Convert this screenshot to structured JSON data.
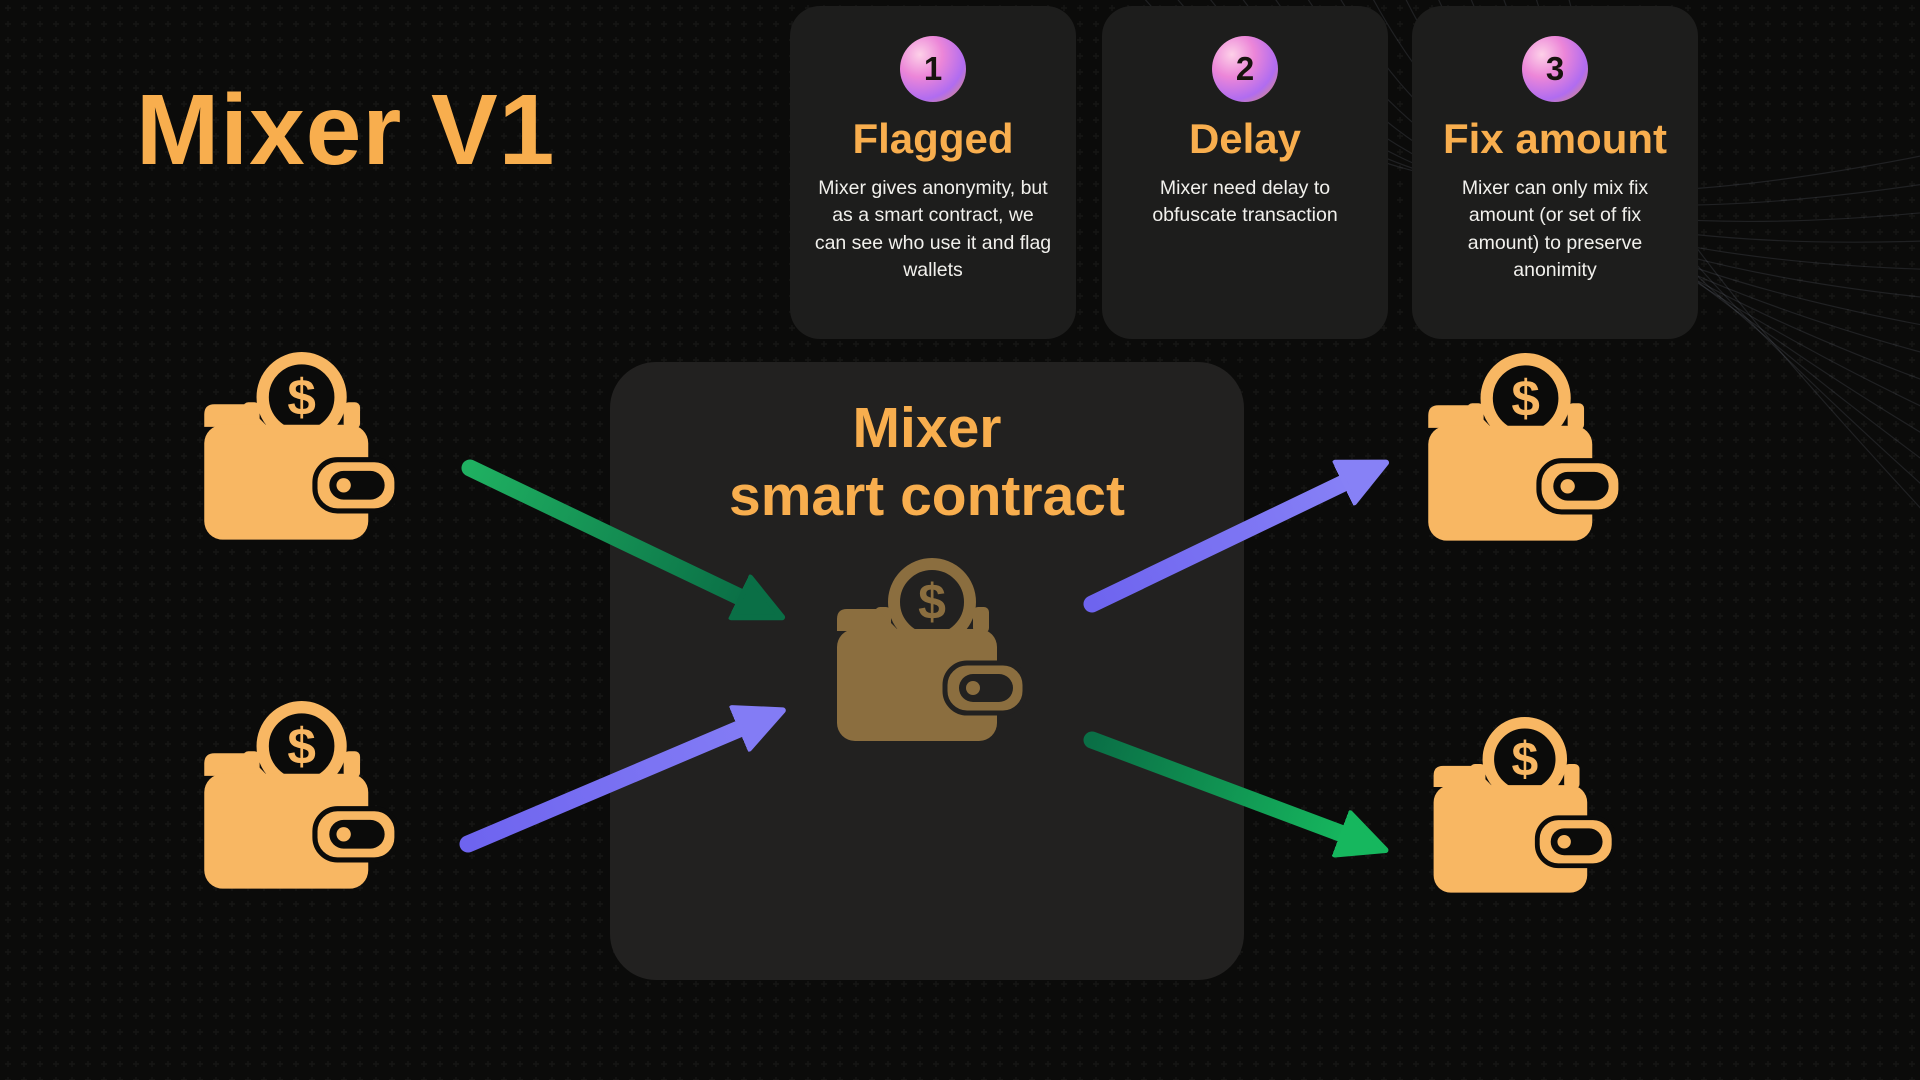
{
  "page": {
    "title": "Mixer V1"
  },
  "steps": [
    {
      "number": "1",
      "title": "Flagged",
      "body": "Mixer gives anonymity, but as a smart contract, we can see who use it and flag wallets"
    },
    {
      "number": "2",
      "title": "Delay",
      "body": "Mixer need delay to obfuscate transaction"
    },
    {
      "number": "3",
      "title": "Fix amount",
      "body": "Mixer can only mix fix amount (or set of fix amount) to preserve anonimity"
    }
  ],
  "mixer": {
    "title_line1": "Mixer",
    "title_line2": "smart contract"
  },
  "icons": {
    "coin_symbol": "$"
  },
  "colors": {
    "background": "#0B0B0A",
    "card_background": "#1D1D1C",
    "mixer_card_background": "#222120",
    "accent_orange": "#F8AE4E",
    "wallet_orange": "#F8B763",
    "wallet_gold": "#8B6E3F",
    "arrow_green_bright": "#1FB061",
    "arrow_green_dark": "#0A6F46",
    "arrow_purple_light": "#8781F6",
    "arrow_purple_dark": "#6E64EF",
    "badge_gradient": [
      "#FDD0E8",
      "#EC86D8",
      "#B06CF0",
      "#F09A4F"
    ],
    "text_light": "#F1F0EC"
  }
}
